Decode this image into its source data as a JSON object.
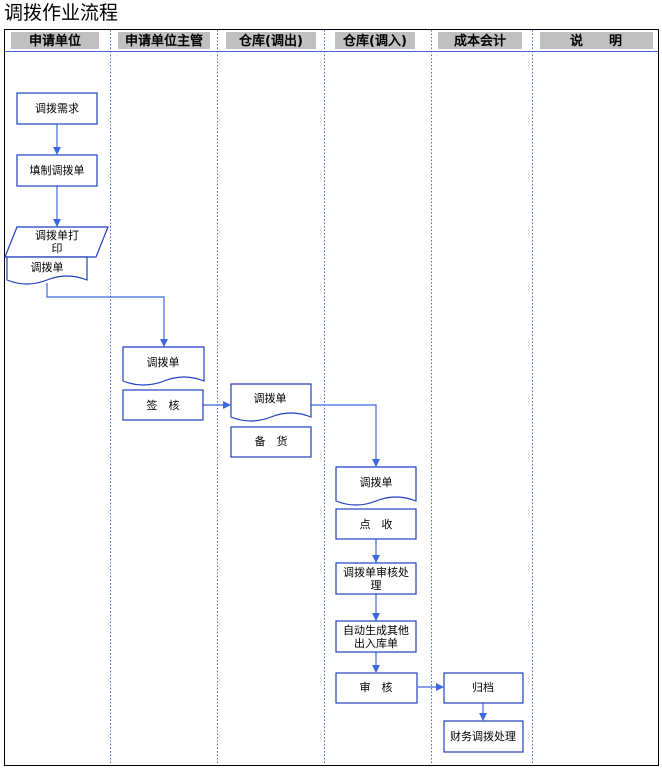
{
  "page_title": "调拨作业流程",
  "lanes": [
    "申请单位",
    "申请单位主管",
    "仓库(调出)",
    "仓库(调入)",
    "成本会计",
    "说　　明"
  ],
  "steps": {
    "request_demand": "调拨需求",
    "fill_transfer_form": "填制调拨单",
    "print_transfer_form": [
      "调拨单打",
      "印"
    ],
    "doc_transfer_form_1": "调拨单",
    "doc_transfer_form_2": "调拨单",
    "sign_approve": "签　核",
    "doc_transfer_form_3": "调拨单",
    "prepare_goods": "备　货",
    "doc_transfer_form_4": "调拨单",
    "count_receive": "点　收",
    "review_process": [
      "调拨单审核处",
      "理"
    ],
    "auto_generate": [
      "自动生成其他",
      "出入库单"
    ],
    "audit": "审　核",
    "archive": "归档",
    "finance_process": "财务调拨处理"
  },
  "colors": {
    "lane_header_bg": "#c0c0c0",
    "box_border": "#1f3fbf",
    "arrow": "#3b68e0",
    "divider": "#4468d0"
  }
}
